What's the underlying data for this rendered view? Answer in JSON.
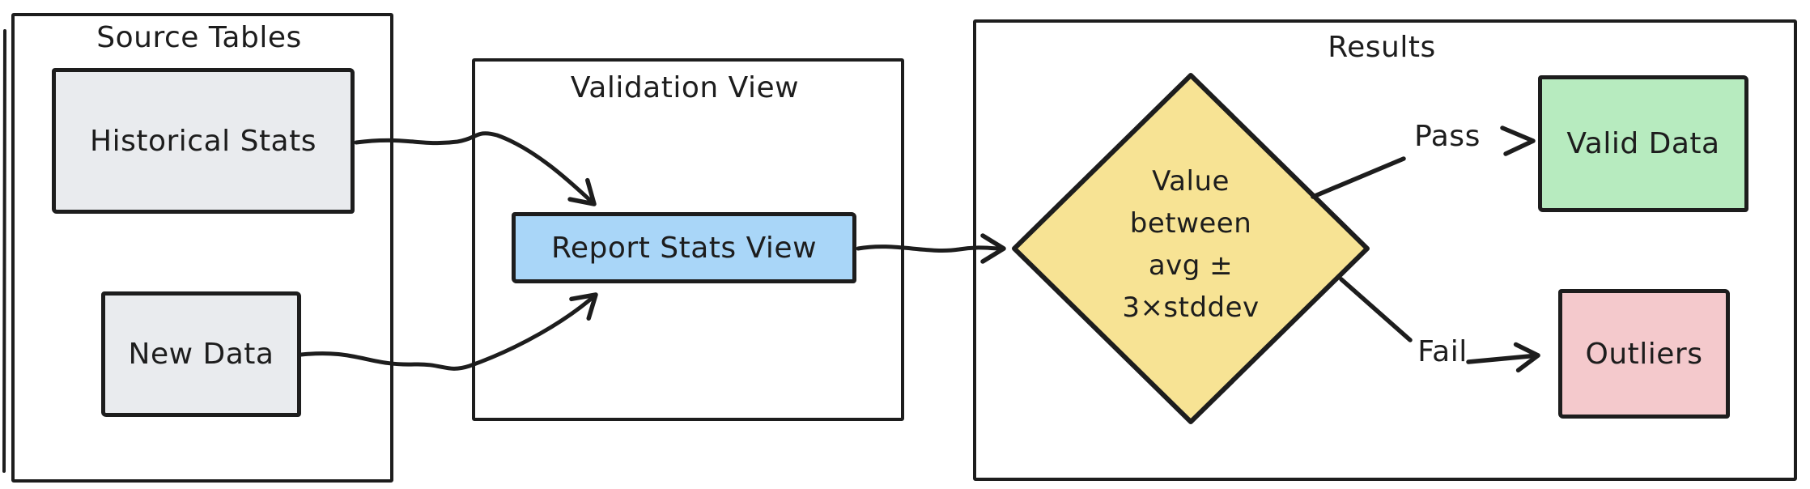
{
  "palette": {
    "stroke": "#1d1d1d",
    "background": "#ffffff",
    "gray_fill": "#e9ebee",
    "blue_fill": "#a9d6f8",
    "yellow_fill": "#f7e394",
    "green_fill": "#b7ebbf",
    "pink_fill": "#f4c9cc"
  },
  "containers": {
    "source_tables": {
      "title": "Source Tables"
    },
    "validation_view": {
      "title": "Validation View"
    },
    "results": {
      "title": "Results"
    }
  },
  "nodes": {
    "historical_stats": {
      "label": "Historical Stats",
      "fill": "#e9ebee"
    },
    "new_data": {
      "label": "New Data",
      "fill": "#e9ebee"
    },
    "report_stats_view": {
      "label": "Report Stats View",
      "fill": "#a9d6f8"
    },
    "decision": {
      "lines": [
        "Value",
        "between",
        "avg ±",
        "3×stddev"
      ],
      "fill": "#f7e394"
    },
    "valid_data": {
      "label": "Valid Data",
      "fill": "#b7ebbf"
    },
    "outliers": {
      "label": "Outliers",
      "fill": "#f4c9cc"
    }
  },
  "edges": {
    "historical_to_report": {
      "from": "Historical Stats",
      "to": "Report Stats View"
    },
    "new_data_to_report": {
      "from": "New Data",
      "to": "Report Stats View"
    },
    "report_to_decision": {
      "from": "Report Stats View",
      "to": "decision"
    },
    "pass": {
      "label": "Pass",
      "from": "decision",
      "to": "Valid Data"
    },
    "fail": {
      "label": "Fail",
      "from": "decision",
      "to": "Outliers"
    }
  }
}
